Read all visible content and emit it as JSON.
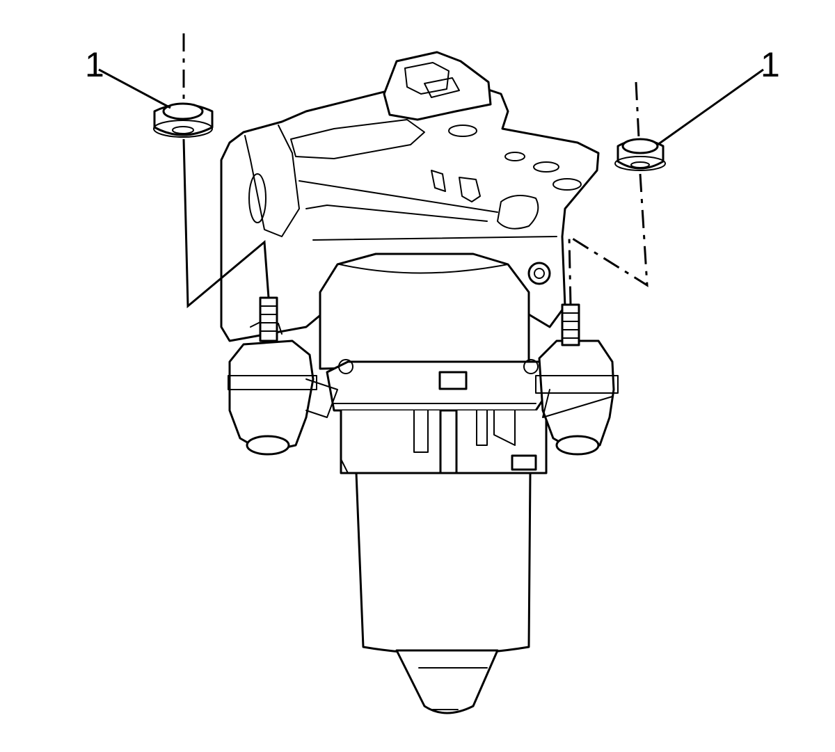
{
  "callouts": [
    {
      "id": "left-nut",
      "label": "1"
    },
    {
      "id": "right-nut",
      "label": "1"
    }
  ],
  "colors": {
    "line": "#000000",
    "background": "#ffffff"
  }
}
